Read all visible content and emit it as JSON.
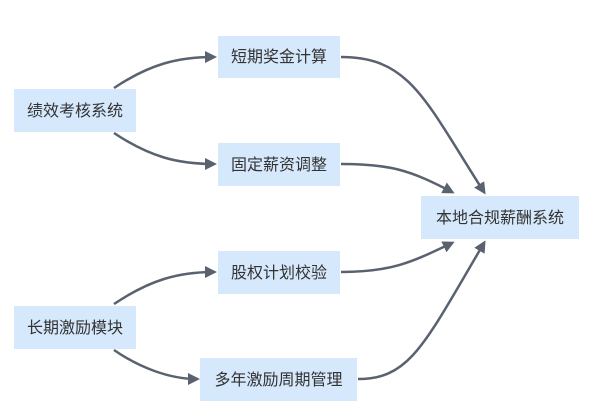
{
  "colors": {
    "node_fill": "#d6e8fc",
    "node_text": "#333333",
    "edge": "#5a6270"
  },
  "nodes": {
    "performance": "绩效考核系统",
    "short_bonus": "短期奖金计算",
    "fixed_salary": "固定薪资调整",
    "equity": "股权计划校验",
    "long_term": "长期激励模块",
    "multi_year": "多年激励周期管理",
    "compliance": "本地合规薪酬系统"
  },
  "edges": [
    {
      "from": "performance",
      "to": "short_bonus"
    },
    {
      "from": "performance",
      "to": "fixed_salary"
    },
    {
      "from": "short_bonus",
      "to": "compliance"
    },
    {
      "from": "fixed_salary",
      "to": "compliance"
    },
    {
      "from": "long_term",
      "to": "equity"
    },
    {
      "from": "long_term",
      "to": "multi_year"
    },
    {
      "from": "equity",
      "to": "compliance"
    },
    {
      "from": "multi_year",
      "to": "compliance"
    }
  ]
}
